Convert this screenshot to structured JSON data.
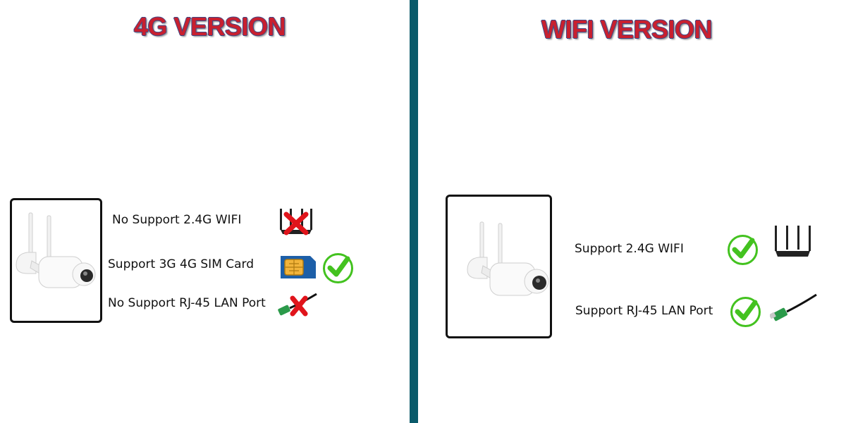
{
  "left_panel": {
    "title": "4G VERSION",
    "features": [
      {
        "label": "No Support 2.4G WIFI",
        "icon": "router-crossed-icon"
      },
      {
        "label": "Support 3G 4G SIM Card",
        "icon": "sim-card-icon",
        "status": "check-icon"
      },
      {
        "label": "No Support RJ-45 LAN Port",
        "icon": "ethernet-cable-crossed-icon"
      }
    ]
  },
  "right_panel": {
    "title": "WIFI VERSION",
    "features": [
      {
        "label": "Support 2.4G WIFI",
        "status": "check-icon",
        "icon": "router-icon"
      },
      {
        "label": "Support RJ-45 LAN Port",
        "status": "check-icon",
        "icon": "ethernet-cable-icon"
      }
    ]
  },
  "colors": {
    "title_red": "#c8202f",
    "title_outline": "#3a4c8a",
    "divider": "#0a5a6a",
    "check_green": "#43c21f",
    "cross_red": "#e0141b"
  }
}
